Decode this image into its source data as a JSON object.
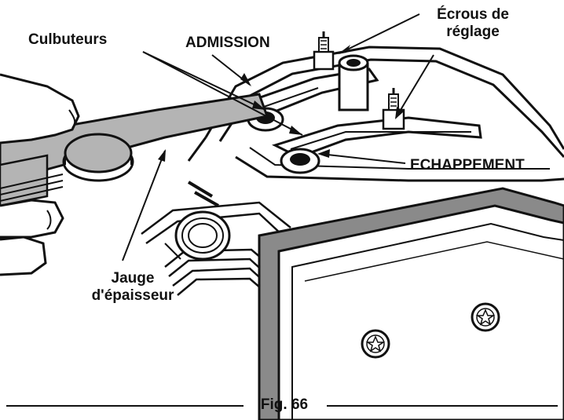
{
  "labels": {
    "culbuteurs": "Culbuteurs",
    "admission": "ADMISSION",
    "ecrous_line1": "Écrous de",
    "ecrous_line2": "réglage",
    "echappement": "ECHAPPEMENT",
    "jauge_line1": "Jauge",
    "jauge_line2": "d'épaisseur"
  },
  "caption": "Fig. 66",
  "colors": {
    "ink": "#111111",
    "gauge_gray": "#b4b4b4",
    "gasket_gray": "#8a8a8a",
    "paper": "#ffffff"
  }
}
